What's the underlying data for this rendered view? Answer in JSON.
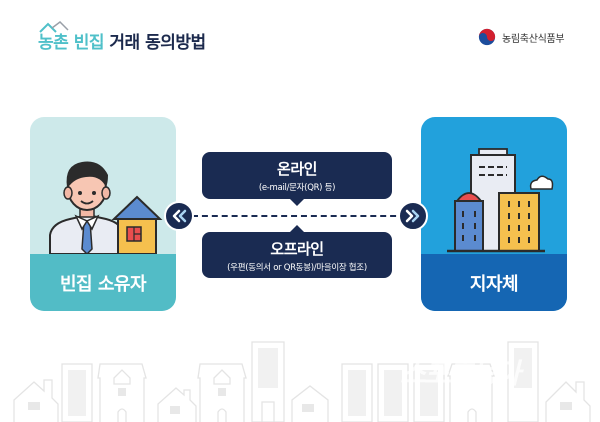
{
  "header": {
    "title_accent": "농촌 빈집",
    "title_main": "거래 동의방법",
    "ministry": "농림축산식품부"
  },
  "left_card": {
    "label": "빈집 소유자",
    "bg_color": "#cde9ea",
    "footer_color": "#52bcc6",
    "illustration": "owner-with-house"
  },
  "right_card": {
    "label": "지자체",
    "bg_color": "#22a1dc",
    "footer_color": "#1566b3",
    "illustration": "city-buildings"
  },
  "online": {
    "title": "온라인",
    "detail": "(e-mail/문자(QR) 등)"
  },
  "offline": {
    "title": "오프라인",
    "detail": "(우편(동의서 or QR동봉)/마을이장 협조)"
  },
  "connector": {
    "left_icon": "double-chevron-left-icon",
    "right_icon": "double-chevron-right-icon",
    "color": "#1a2b52"
  },
  "watermark": "스포츠동아"
}
